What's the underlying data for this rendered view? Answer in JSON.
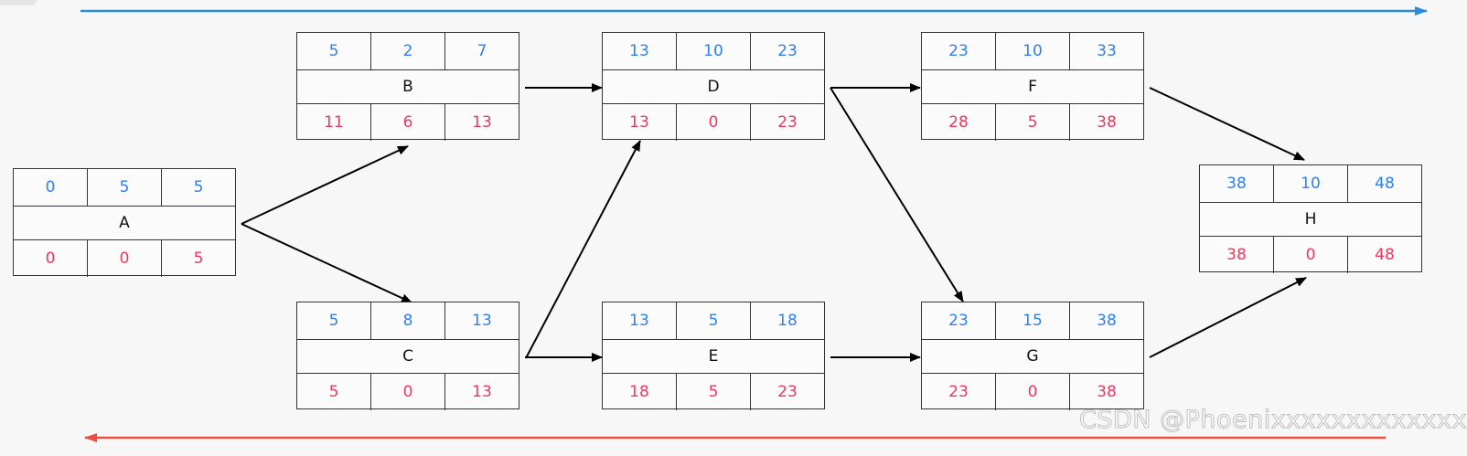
{
  "colors": {
    "forward_arrow": "#2b8de0",
    "backward_arrow": "#f04b40",
    "earliest_text": "#2f7ff0",
    "latest_text": "#f0385f"
  },
  "nodes": {
    "A": {
      "name": "A",
      "top": [
        "0",
        "5",
        "5"
      ],
      "bottom": [
        "0",
        "0",
        "5"
      ]
    },
    "B": {
      "name": "B",
      "top": [
        "5",
        "2",
        "7"
      ],
      "bottom": [
        "11",
        "6",
        "13"
      ]
    },
    "C": {
      "name": "C",
      "top": [
        "5",
        "8",
        "13"
      ],
      "bottom": [
        "5",
        "0",
        "13"
      ]
    },
    "D": {
      "name": "D",
      "top": [
        "13",
        "10",
        "23"
      ],
      "bottom": [
        "13",
        "0",
        "23"
      ]
    },
    "E": {
      "name": "E",
      "top": [
        "13",
        "5",
        "18"
      ],
      "bottom": [
        "18",
        "5",
        "23"
      ]
    },
    "F": {
      "name": "F",
      "top": [
        "23",
        "10",
        "33"
      ],
      "bottom": [
        "28",
        "5",
        "38"
      ]
    },
    "G": {
      "name": "G",
      "top": [
        "23",
        "15",
        "38"
      ],
      "bottom": [
        "23",
        "0",
        "38"
      ]
    },
    "H": {
      "name": "H",
      "top": [
        "38",
        "10",
        "48"
      ],
      "bottom": [
        "38",
        "0",
        "48"
      ]
    }
  },
  "edges": [
    [
      "A",
      "B"
    ],
    [
      "A",
      "C"
    ],
    [
      "B",
      "D"
    ],
    [
      "C",
      "D"
    ],
    [
      "C",
      "E"
    ],
    [
      "D",
      "F"
    ],
    [
      "D",
      "G"
    ],
    [
      "E",
      "G"
    ],
    [
      "F",
      "H"
    ],
    [
      "G",
      "H"
    ]
  ],
  "watermark": "CSDN @Phoenixxxxxxxxxxxxx"
}
